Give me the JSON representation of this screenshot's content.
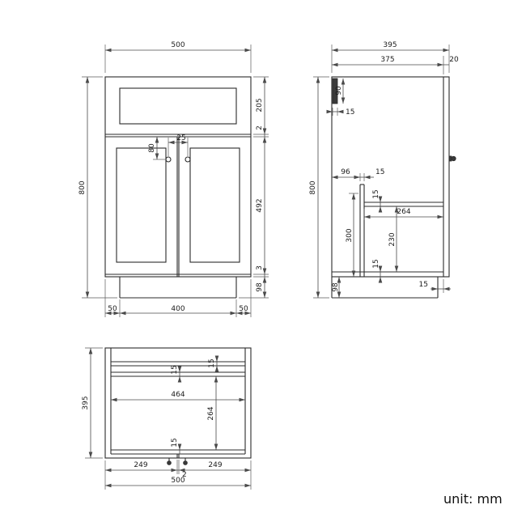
{
  "unit_label": "unit: mm",
  "front_view": {
    "width_total": "500",
    "height_total": "800",
    "drawer_height": "205",
    "drawer_gap": "2",
    "handle_drop": "80",
    "handle_spacing": "25",
    "door_height": "492",
    "bottom_gap": "3",
    "plinth_height": "98",
    "plinth_inset_left": "50",
    "plinth_width": "400",
    "plinth_inset_right": "50"
  },
  "side_view": {
    "depth_total": "395",
    "carcass_depth": "375",
    "door_thickness": "20",
    "height_total": "800",
    "back_rail_height": "90",
    "back_rail_thickness": "15",
    "divider_offset": "96",
    "divider_thickness": "15",
    "shelf_thickness": "15",
    "shelf_depth": "264",
    "support_height": "300",
    "clear_height": "230",
    "bottom_panel_thickness": "15",
    "plinth_height": "98",
    "plinth_recess": "15"
  },
  "top_view": {
    "depth_total": "395",
    "back_rail_thickness": "15",
    "shelf_edge_thickness": "15",
    "inner_width": "464",
    "inner_depth": "264",
    "front_rail_thickness": "15",
    "door_width_left": "249",
    "door_gap": "2",
    "door_width_right": "249",
    "width_total": "500"
  }
}
